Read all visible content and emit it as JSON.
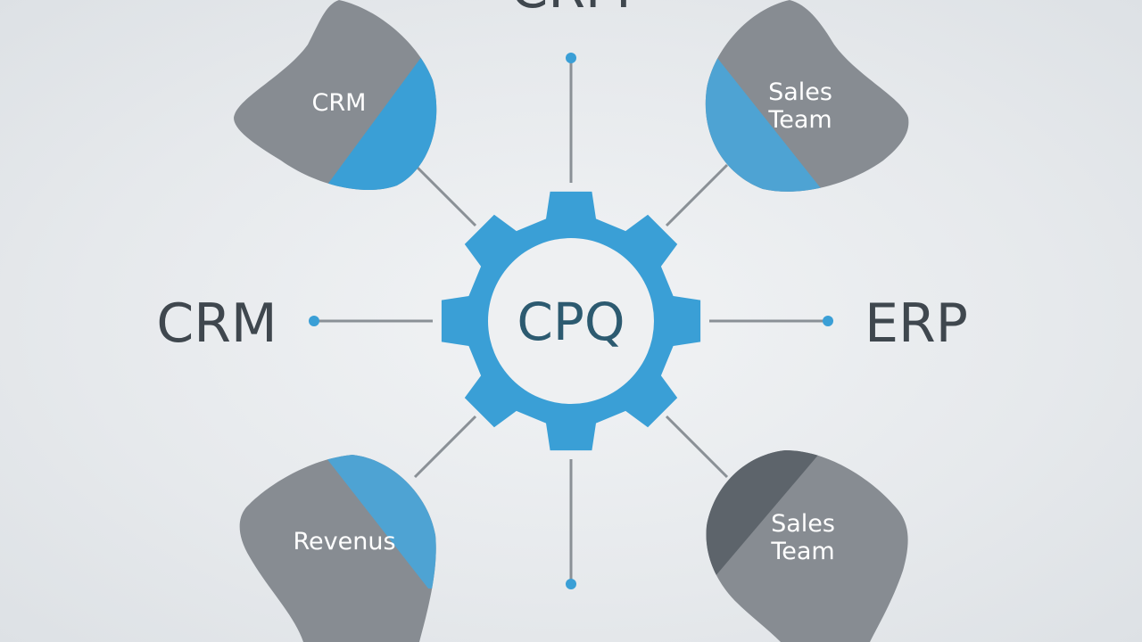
{
  "diagram": {
    "top_label": "CRM",
    "left_label": "CRM",
    "right_label": "ERP",
    "center_label": "CPQ",
    "petals": {
      "top_left": {
        "lines": [
          "CRM"
        ]
      },
      "top_right": {
        "lines": [
          "Sales",
          "Team"
        ]
      },
      "bottom_left": {
        "lines": [
          "Revenus"
        ]
      },
      "bottom_right": {
        "lines": [
          "Sales",
          "Team"
        ]
      }
    }
  },
  "colors": {
    "accent_blue": "#3a9fd6",
    "petal_gray": "#878c92",
    "petal_dark": "#5d646b",
    "connector": "#8a9096",
    "label_text": "#3f474e",
    "center_text": "#2c5a70"
  }
}
